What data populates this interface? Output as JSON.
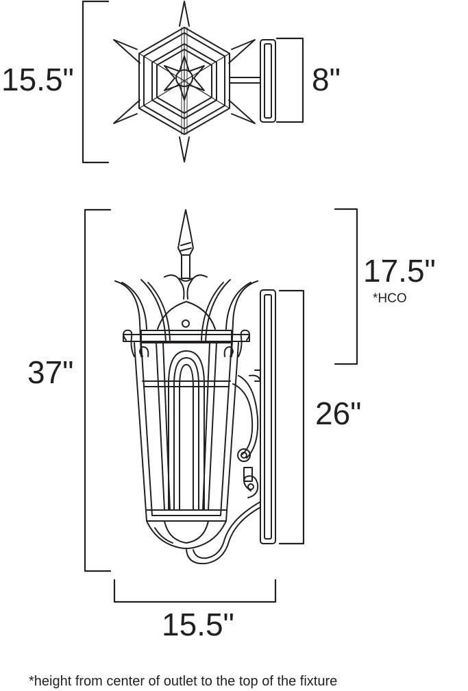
{
  "top_view": {
    "width_label": "15.5\"",
    "backplate_label": "8\""
  },
  "side_view": {
    "overall_height_label": "37\"",
    "hco_label": "17.5\"",
    "hco_note": "*HCO",
    "backplate_height_label": "26\"",
    "width_label": "15.5\""
  },
  "footnote": "*height from center of outlet to the top of the fixture",
  "colors": {
    "line": "#231f20",
    "background": "#ffffff"
  }
}
